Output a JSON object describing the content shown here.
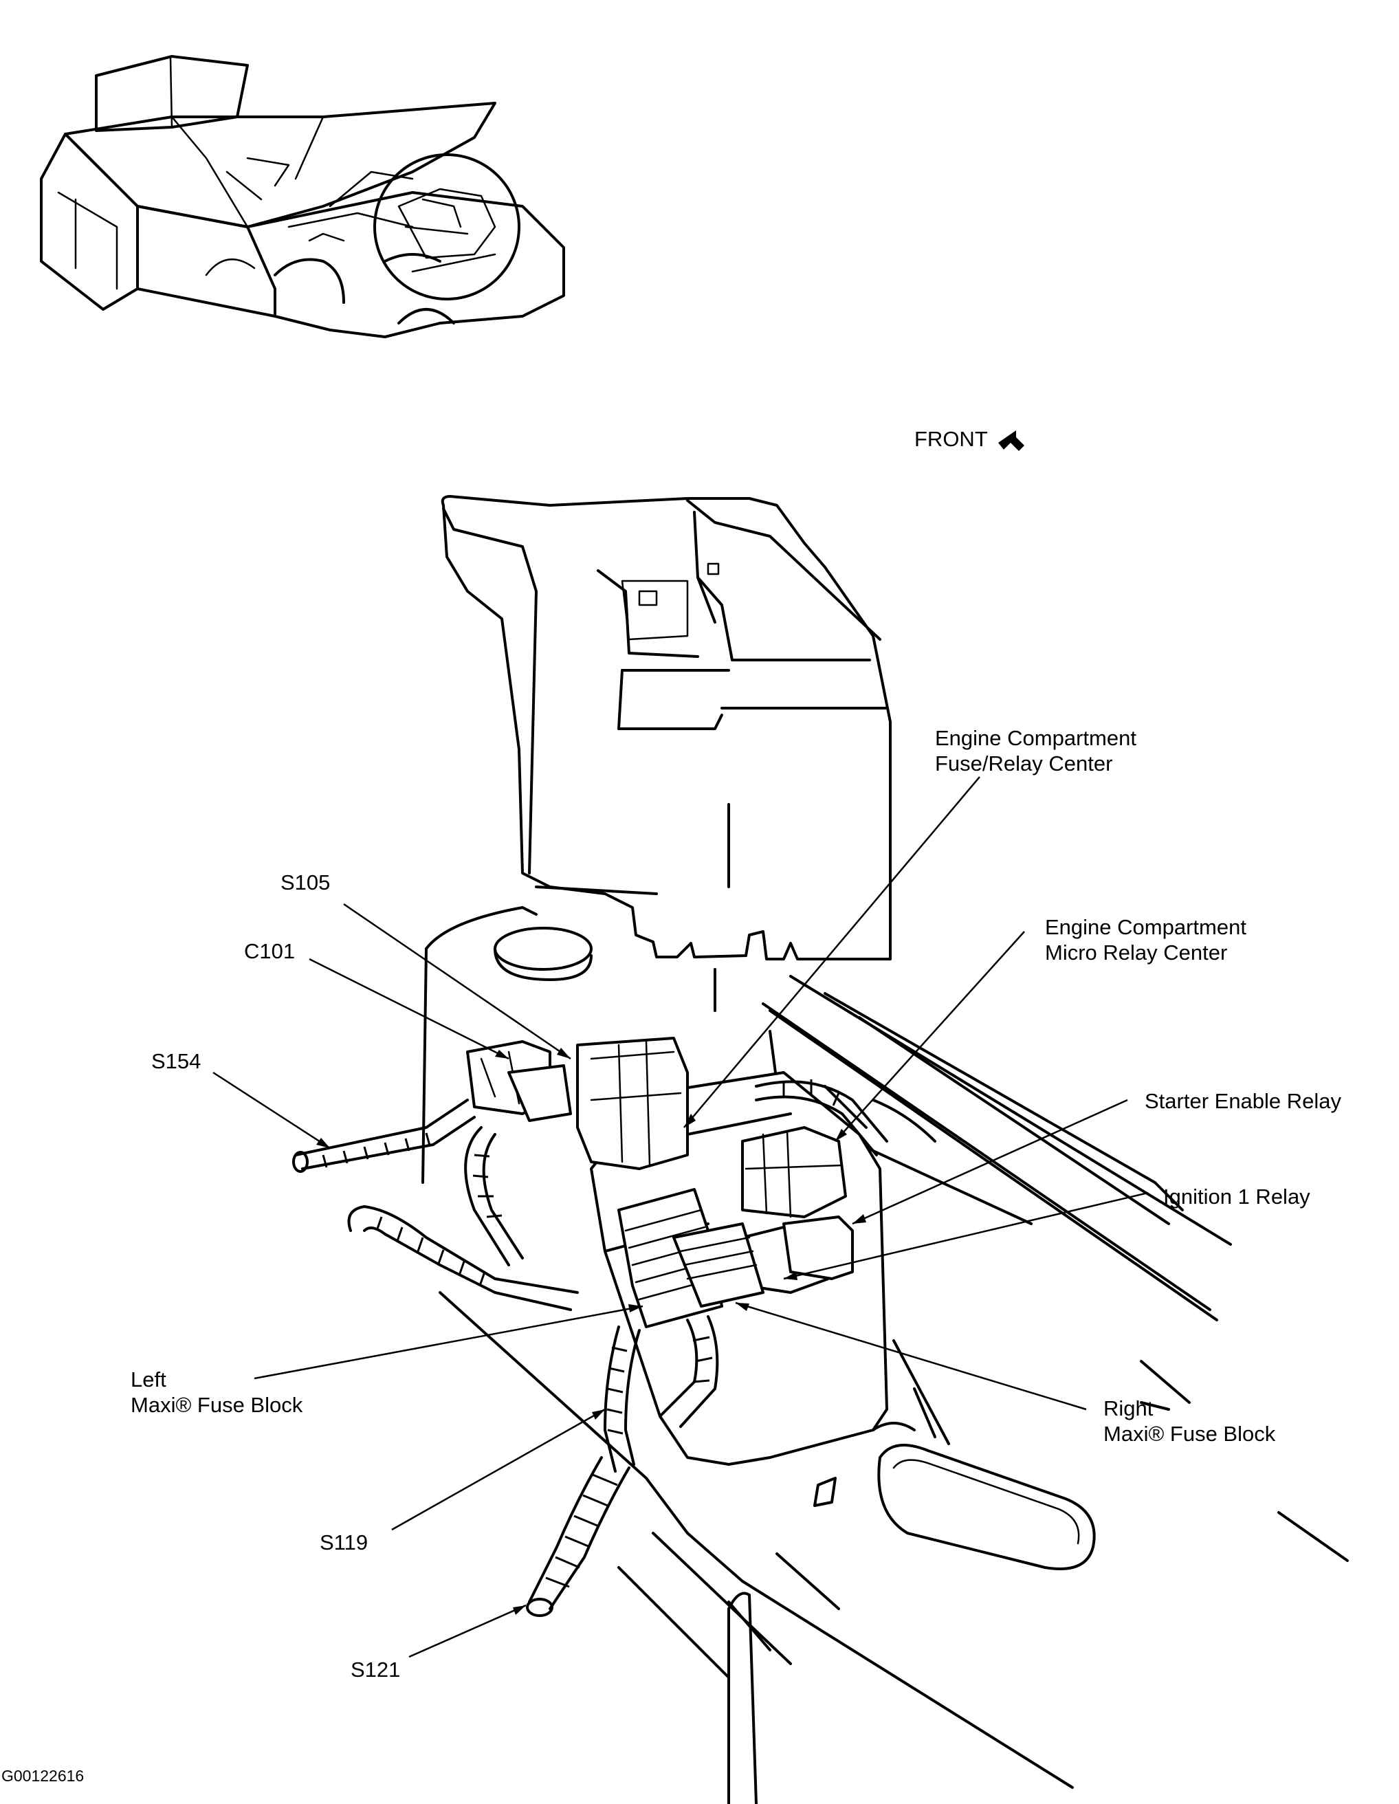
{
  "labels": {
    "front": "FRONT",
    "fuse_relay_center": [
      "Engine Compartment",
      "Fuse/Relay Center"
    ],
    "micro_relay_center": [
      "Engine Compartment",
      "Micro Relay Center"
    ],
    "s105": "S105",
    "c101": "C101",
    "s154": "S154",
    "starter_enable_relay": "Starter Enable Relay",
    "ignition_1_relay": "Ignition 1 Relay",
    "left_maxi_fuse_block": [
      "Left",
      "Maxi® Fuse Block"
    ],
    "right_maxi_fuse_block": [
      "Right",
      "Maxi® Fuse Block"
    ],
    "s119": "S119",
    "s121": "S121",
    "figure_id": "G00122616"
  },
  "icons": {
    "front_arrow": "front-direction-arrow-icon"
  }
}
